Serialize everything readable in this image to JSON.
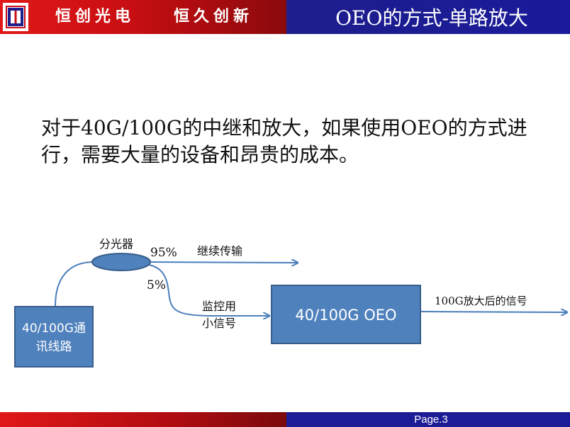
{
  "header": {
    "slogan_left": "恒创光电",
    "slogan_right": "恒久创新",
    "title": "OEO的方式-单路放大"
  },
  "body": {
    "line1": "对于40G/100G的中继和放大，如果使用OEO的方式进",
    "line2": "行，需要大量的设备和昂贵的成本。"
  },
  "diagram": {
    "source_box_line1": "40/100G通",
    "source_box_line2": "讯线路",
    "splitter_label": "分光器",
    "upper_ratio": "95%",
    "upper_label": "继续传输",
    "lower_ratio": "5%",
    "monitor_label_line1": "监控用",
    "monitor_label_line2": "小信号",
    "oeo_box_label": "40/100G OEO",
    "output_label": "100G放大后的信号",
    "colors": {
      "box_fill": "#4f81bd",
      "box_border": "#385d8a",
      "line": "#4a7ebb"
    }
  },
  "footer": {
    "page": "Page.3"
  },
  "icons": {
    "logo": "company-logo-icon"
  }
}
